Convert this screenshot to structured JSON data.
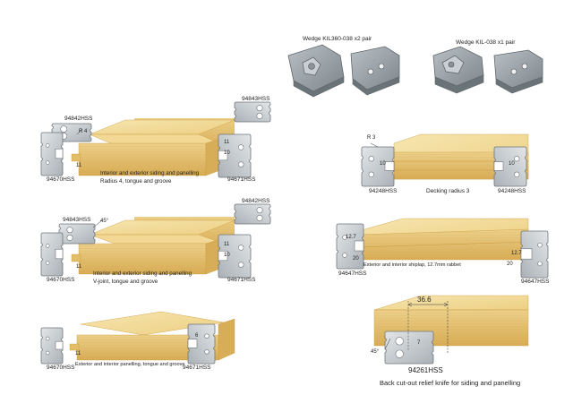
{
  "colors": {
    "wood_light": "#f3dc9a",
    "wood_mid": "#e8c36a",
    "wood_dark": "#c99a3c",
    "knife_face": "#c8cccf",
    "knife_edge": "#8d9499",
    "knife_dark": "#6e767c",
    "wedge_face": "#9aa2a8",
    "wedge_dark": "#6a7378",
    "ink": "#222222"
  },
  "wedges": {
    "left_label": "Wedge KIL360-038 x2 pair",
    "right_label": "Wedge KIL-038  x1 pair"
  },
  "section1": {
    "code_top_left": "94842HSS",
    "code_top_right": "94843HSS",
    "code_bottom_left": "94670HSS",
    "code_bottom_right": "94671HSS",
    "radius": "R 4",
    "dim_left": "11",
    "dim_right": "11",
    "dim_right2": "10",
    "caption_line1": "Interior and exterior siding and panelling",
    "caption_line2": "Radius 4, tongue and groove"
  },
  "section2": {
    "code_top_left": "94843HSS",
    "code_top_right": "94842HSS",
    "code_bottom_left": "94670HSS",
    "code_bottom_right": "94671HSS",
    "angle": "45°",
    "dim_left": "11",
    "dim_right": "11",
    "dim_right2": "10",
    "caption_line1": "Interior and exterior siding and panelling",
    "caption_line2": "V-joint, tongue and groove"
  },
  "section3": {
    "code_left": "94670HSS",
    "code_right": "94671HSS",
    "dim_left": "11",
    "dim_right": "6",
    "caption": "Exterior and interior panelling, tongue and groove"
  },
  "decking": {
    "radius": "R 3",
    "dim_left": "10",
    "dim_right": "10",
    "code_left": "94248HSS",
    "code_right": "94248HSS",
    "caption": "Decking radius 3"
  },
  "shiplap": {
    "dim_left": "12.7",
    "dim_left2": "20",
    "dim_right": "12.7",
    "dim_right2": "20",
    "code_left": "94647HSS",
    "code_right": "94647HSS",
    "caption": "Exterior and interior shiplap, 12.7mm rabbet"
  },
  "relief": {
    "width": "36.6",
    "depth": "7",
    "angle": "45°",
    "code": "94261HSS",
    "caption": "Back cut-out relief knife for siding and panelling"
  }
}
